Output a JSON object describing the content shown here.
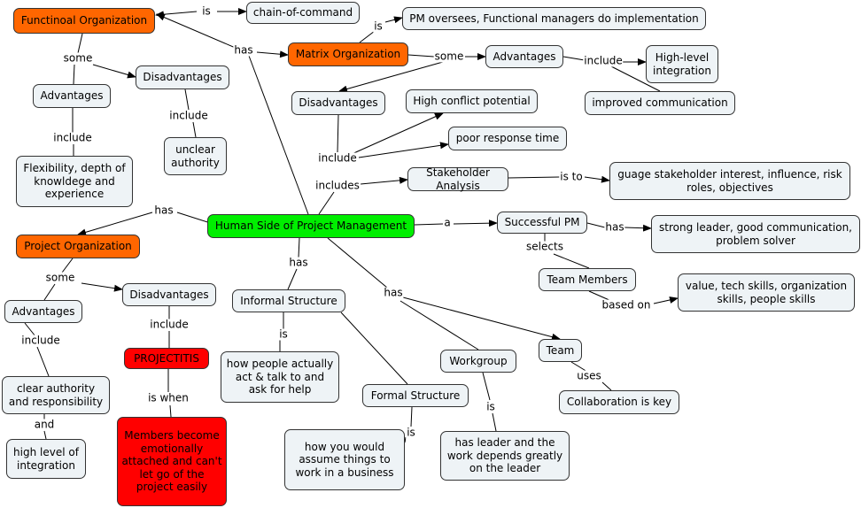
{
  "colors": {
    "organization": "#ff6600",
    "central": "#00ee00",
    "alert": "#ff0000",
    "concept": "#eef3f6"
  },
  "nodes": {
    "functional_org": "Functinoal Organization",
    "chain": "chain-of-command",
    "pm_oversees": "PM oversees, Functional managers do implementation",
    "matrix_org": "Matrix Organization",
    "matrix_adv": "Advantages",
    "high_level": "High-level integration",
    "improved_comm": "improved communication",
    "func_disadv": "Disadvantages",
    "func_adv": "Advantages",
    "unclear": "unclear authority",
    "flex": "Flexibility, depth of knowldege and experience",
    "matrix_disadv": "Disadvantages",
    "high_conflict": "High conflict potential",
    "poor_response": "poor response time",
    "stakeholder": "Stakeholder Analysis",
    "guage": "guage stakeholder interest, influence, risk roles, objectives",
    "human_side": "Human Side of Project Management",
    "successful_pm": "Successful PM",
    "strong_leader": "strong leader, good communication, problem solver",
    "project_org": "Project Organization",
    "proj_disadv": "Disadvantages",
    "proj_adv": "Advantages",
    "team_members": "Team Members",
    "value": "value, tech skills, organization skills, people skills",
    "informal": "Informal Structure",
    "projectitis": "PROJECTITIS",
    "team": "Team",
    "workgroup": "Workgroup",
    "how_people": "how people actually act & talk to and ask for help",
    "clear_auth": "clear authority and responsibility",
    "formal": "Formal Structure",
    "collab": "Collaboration is key",
    "members_become": "Members become emotionally attached and can't let go of the project easily",
    "how_you": "how you would assume things to work in a business",
    "has_leader": "has leader and the work depends greatly on the leader",
    "high_integration": "high level of integration"
  },
  "links": [
    "is",
    "has",
    "is",
    "some",
    "include",
    "some",
    "include",
    "include",
    "include",
    "includes",
    "is to",
    "has",
    "a",
    "has",
    "selects",
    "has",
    "based on",
    "has",
    "some",
    "include",
    "include",
    "is",
    "is when",
    "uses",
    "is",
    "is",
    "and"
  ]
}
